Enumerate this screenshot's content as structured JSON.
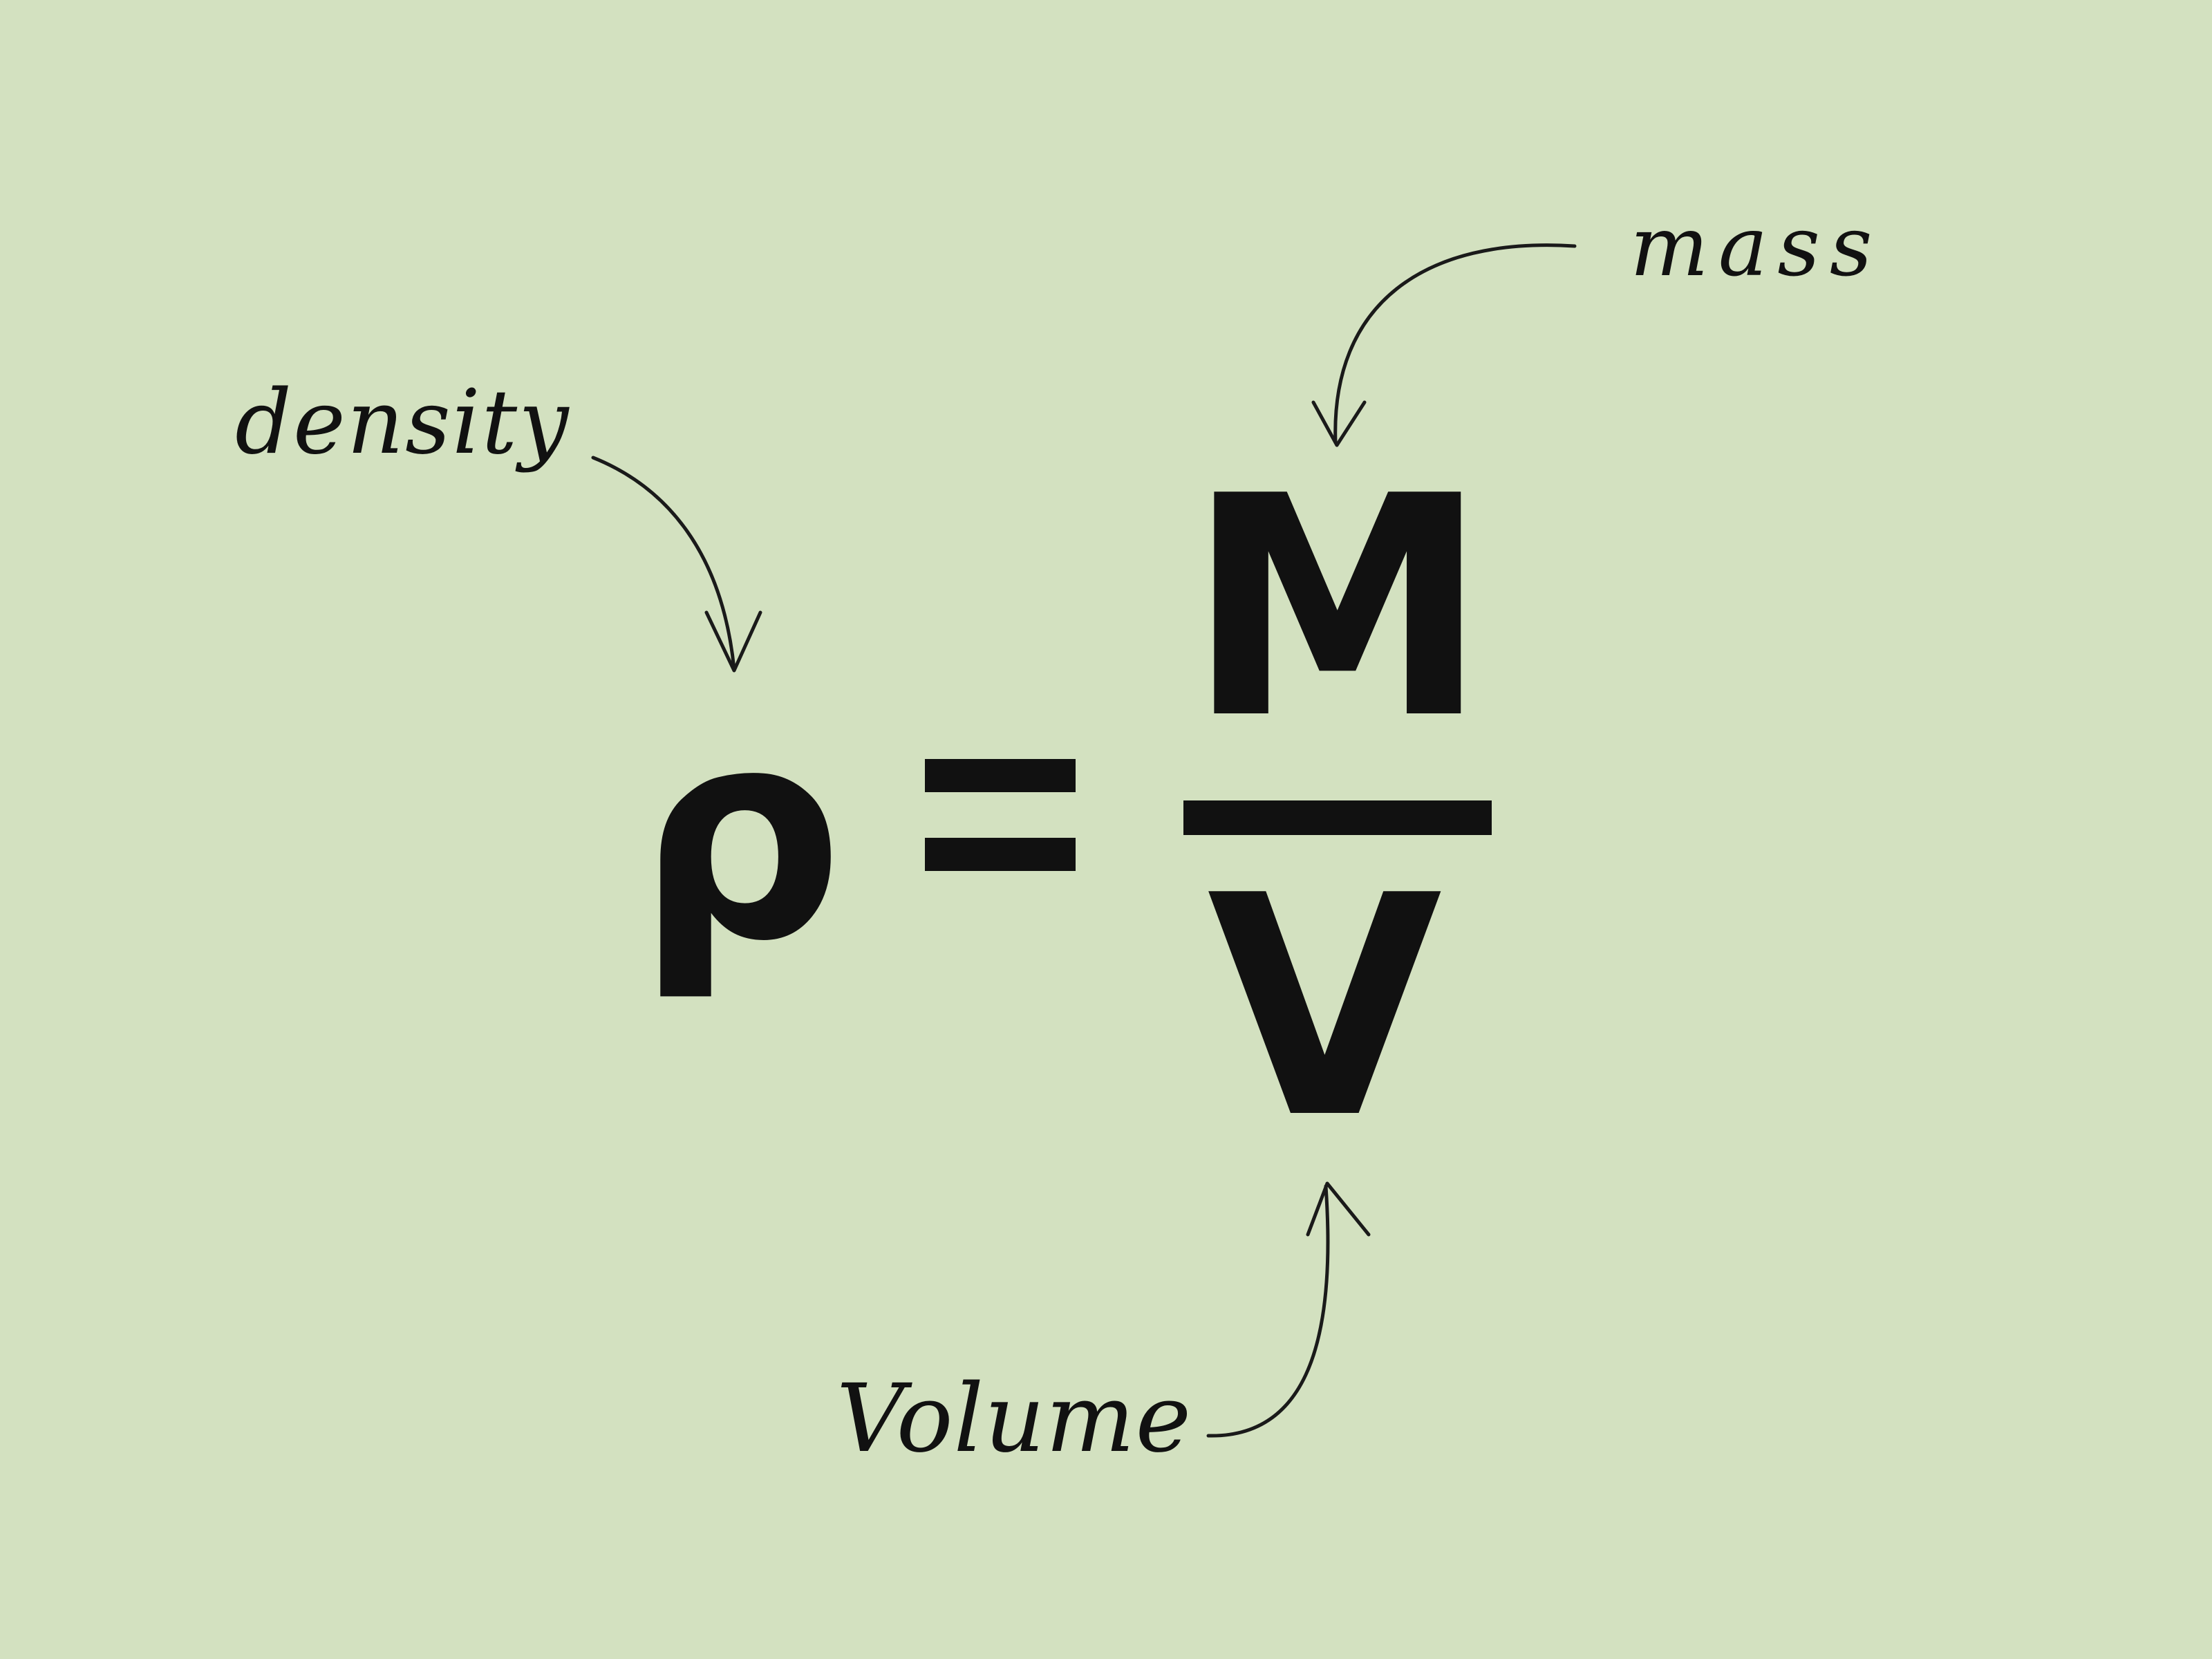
{
  "labels": {
    "density": "density",
    "mass": "mass",
    "volume": "Volume"
  },
  "formula": {
    "lhs_symbol": "ρ",
    "numerator_symbol": "M",
    "denominator_symbol": "V"
  },
  "colors": {
    "background": "#d3e1c0",
    "ink": "#111111"
  }
}
